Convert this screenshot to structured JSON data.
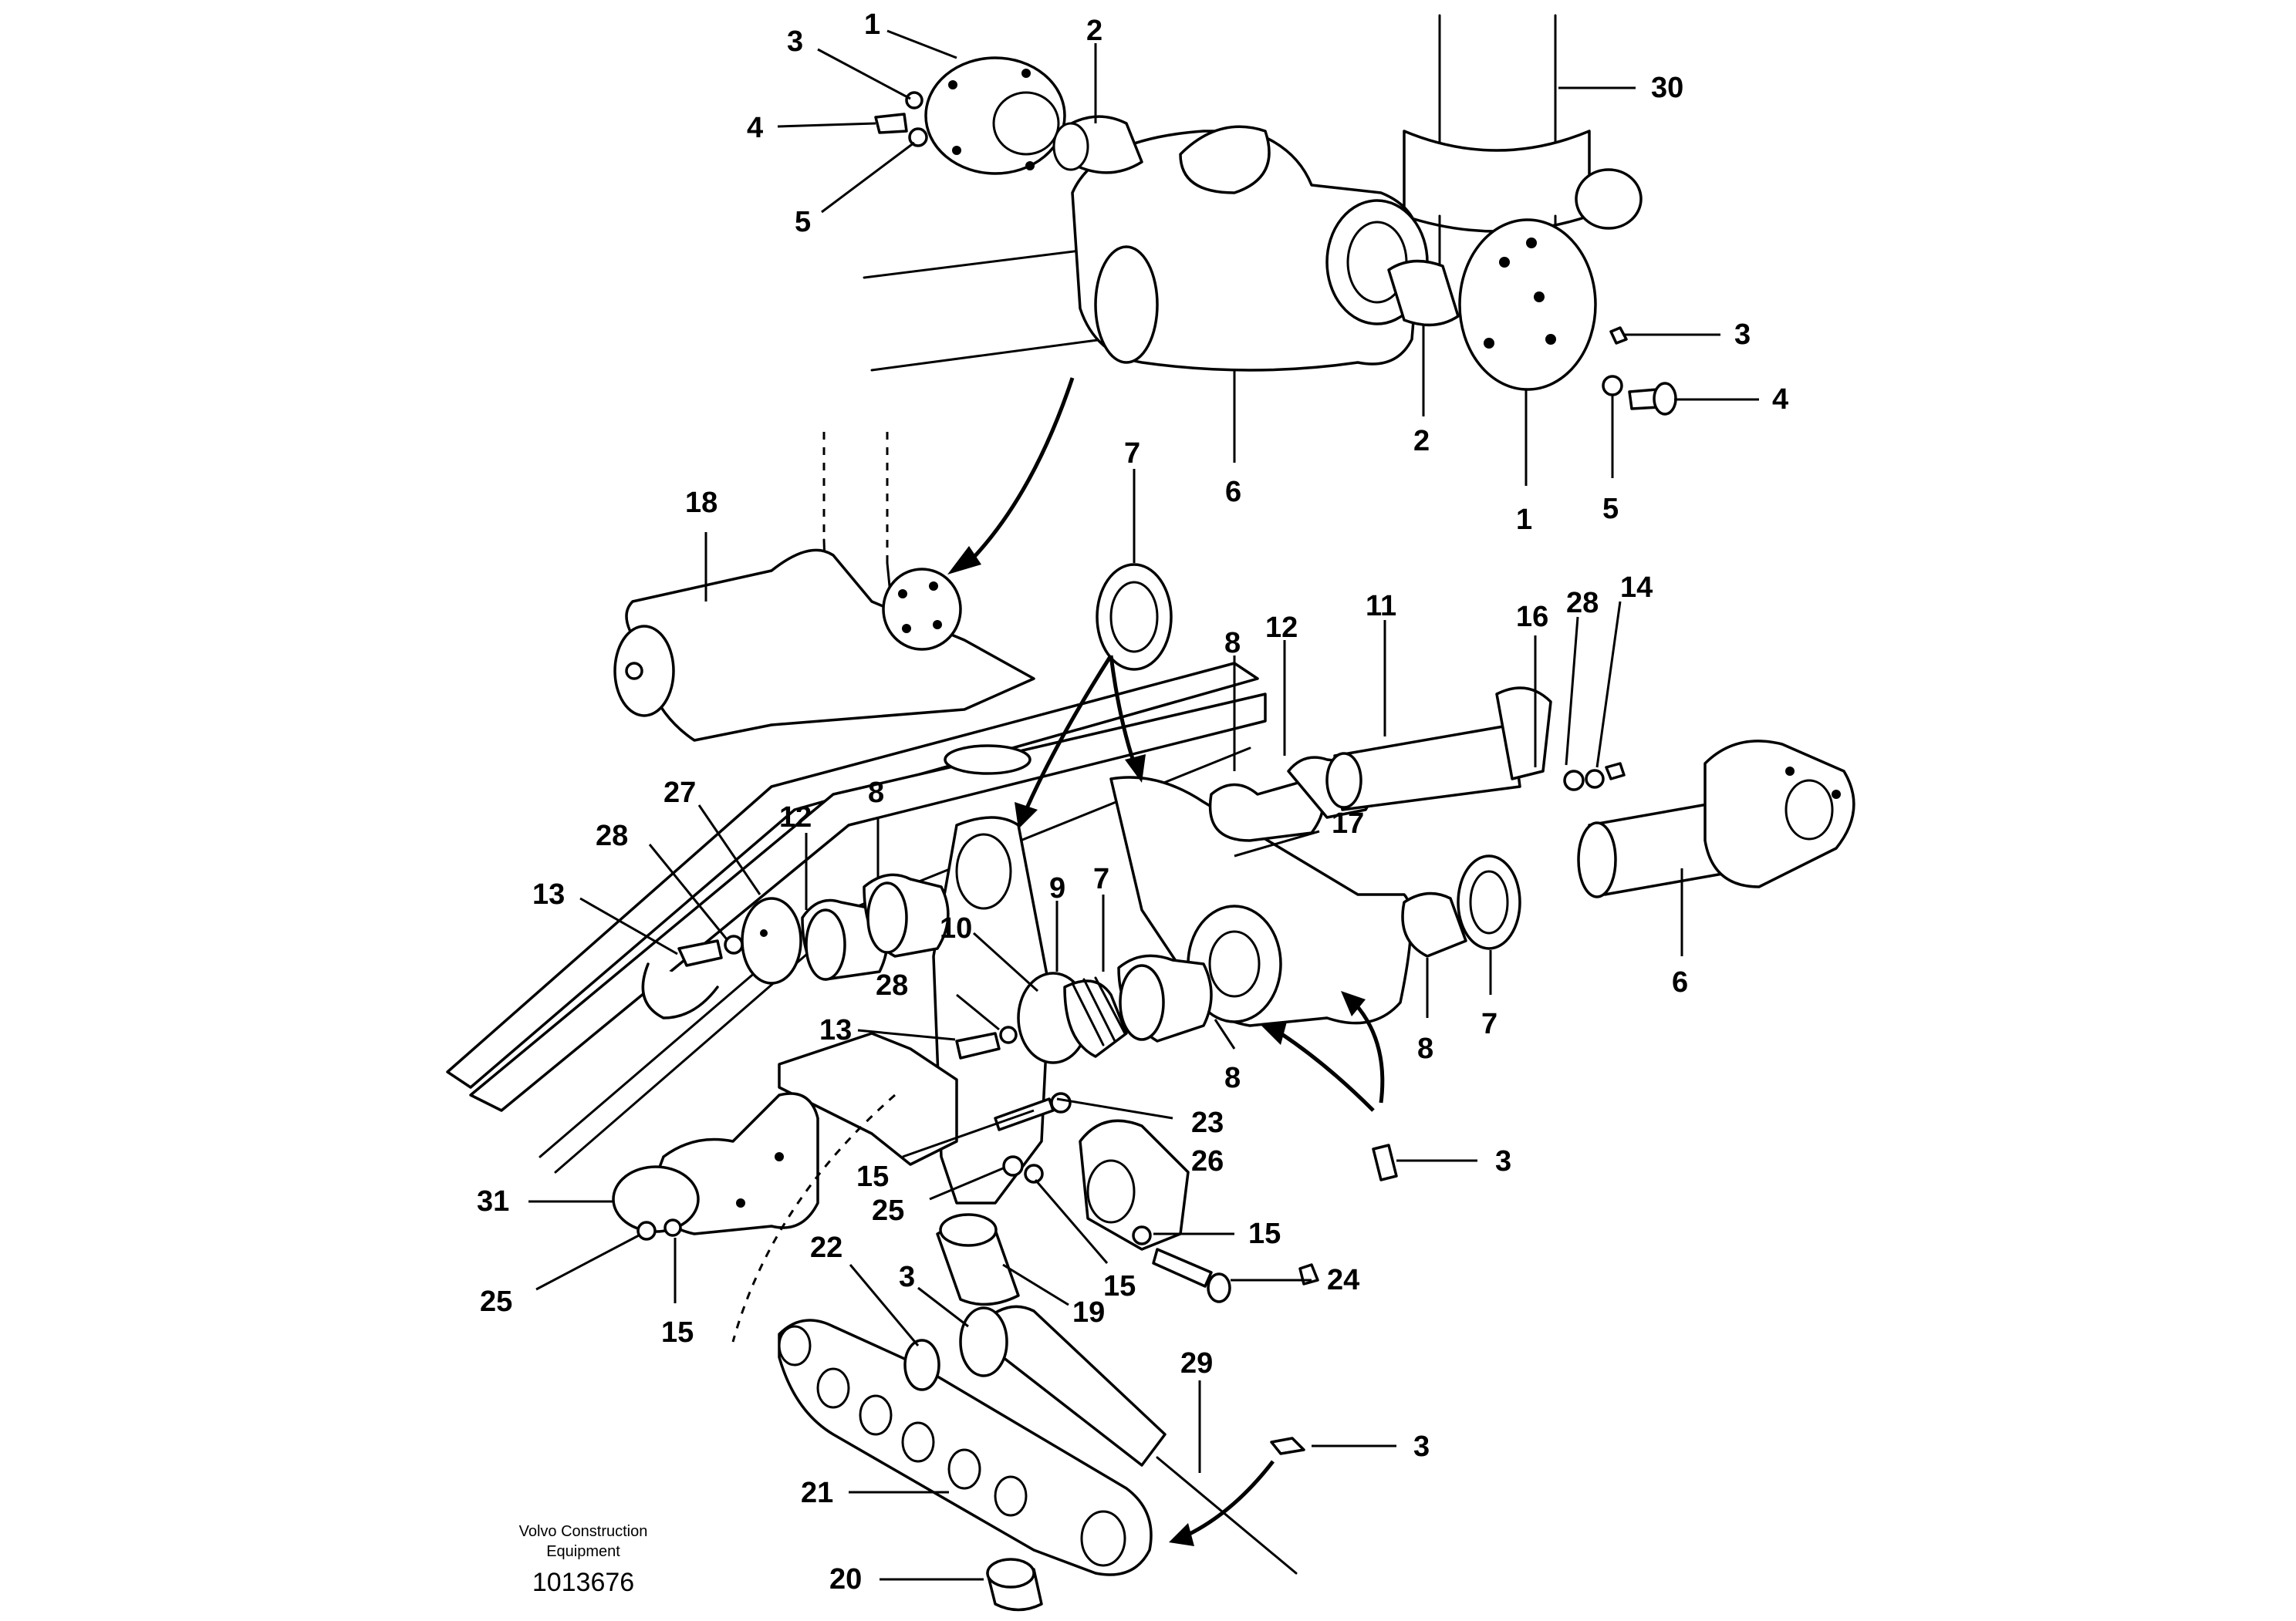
{
  "footer": {
    "brand_line_1": "Volvo Construction",
    "brand_line_2": "Equipment",
    "figure_number": "1013676"
  },
  "callouts": [
    {
      "id": "c1",
      "label": "1"
    },
    {
      "id": "c2",
      "label": "2"
    },
    {
      "id": "c3",
      "label": "3"
    },
    {
      "id": "c4",
      "label": "4"
    },
    {
      "id": "c5",
      "label": "5"
    },
    {
      "id": "c30",
      "label": "30"
    },
    {
      "id": "c3b",
      "label": "3"
    },
    {
      "id": "c4b",
      "label": "4"
    },
    {
      "id": "c2b",
      "label": "2"
    },
    {
      "id": "c6",
      "label": "6"
    },
    {
      "id": "c1b",
      "label": "1"
    },
    {
      "id": "c5b",
      "label": "5"
    },
    {
      "id": "c7",
      "label": "7"
    },
    {
      "id": "c18",
      "label": "18"
    },
    {
      "id": "c11",
      "label": "11"
    },
    {
      "id": "c16",
      "label": "16"
    },
    {
      "id": "c28",
      "label": "28"
    },
    {
      "id": "c14",
      "label": "14"
    },
    {
      "id": "c8",
      "label": "8"
    },
    {
      "id": "c12",
      "label": "12"
    },
    {
      "id": "c27",
      "label": "27"
    },
    {
      "id": "c12b",
      "label": "12"
    },
    {
      "id": "c8b",
      "label": "8"
    },
    {
      "id": "c17",
      "label": "17"
    },
    {
      "id": "c28b",
      "label": "28"
    },
    {
      "id": "c13",
      "label": "13"
    },
    {
      "id": "c9",
      "label": "9"
    },
    {
      "id": "c7b",
      "label": "7"
    },
    {
      "id": "c10",
      "label": "10"
    },
    {
      "id": "c28c",
      "label": "28"
    },
    {
      "id": "c13b",
      "label": "13"
    },
    {
      "id": "c6b",
      "label": "6"
    },
    {
      "id": "c8c",
      "label": "8"
    },
    {
      "id": "c7c",
      "label": "7"
    },
    {
      "id": "c8d",
      "label": "8"
    },
    {
      "id": "c23",
      "label": "23"
    },
    {
      "id": "c26",
      "label": "26"
    },
    {
      "id": "c3c",
      "label": "3"
    },
    {
      "id": "c31",
      "label": "31"
    },
    {
      "id": "c15",
      "label": "15"
    },
    {
      "id": "c25",
      "label": "25"
    },
    {
      "id": "c15b",
      "label": "15"
    },
    {
      "id": "c25b",
      "label": "25"
    },
    {
      "id": "c15c",
      "label": "15"
    },
    {
      "id": "c22",
      "label": "22"
    },
    {
      "id": "c3d",
      "label": "3"
    },
    {
      "id": "c15d",
      "label": "15"
    },
    {
      "id": "c24",
      "label": "24"
    },
    {
      "id": "c19",
      "label": "19"
    },
    {
      "id": "c29",
      "label": "29"
    },
    {
      "id": "c3e",
      "label": "3"
    },
    {
      "id": "c21",
      "label": "21"
    },
    {
      "id": "c20",
      "label": "20"
    }
  ]
}
